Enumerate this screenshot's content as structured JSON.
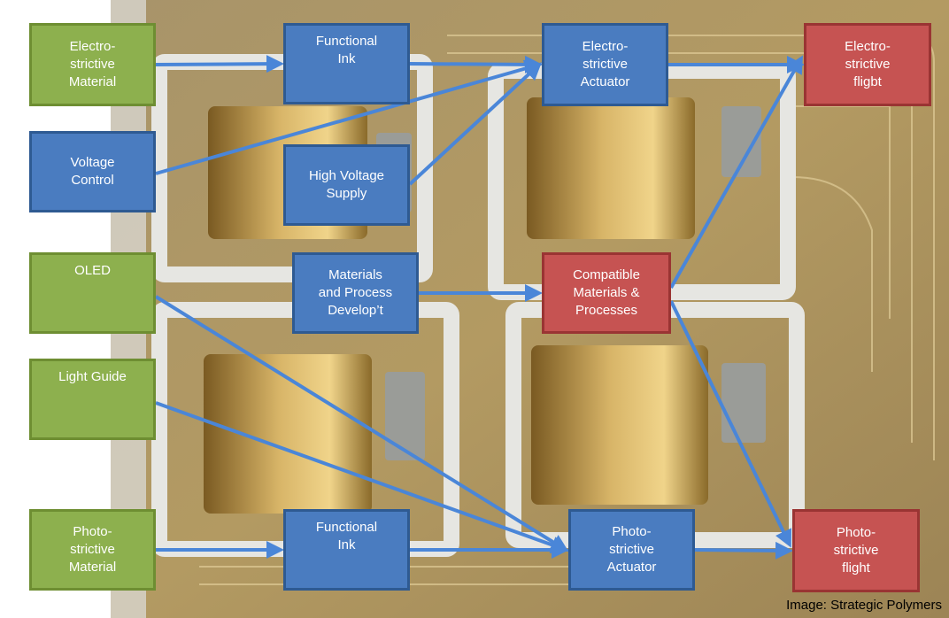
{
  "colors": {
    "source": "#8db04e",
    "process": "#4a7cc0",
    "outcome": "#c65352",
    "arrow": "#4a86d8"
  },
  "nodes": {
    "electrostrictive_material": "Electro-\nstrictive\nMaterial",
    "voltage_control": "Voltage\nControl",
    "oled": "OLED",
    "light_guide": "Light Guide",
    "photostrictive_material": "Photo-\nstrictive\nMaterial",
    "functional_ink_top": "Functional\nInk",
    "high_voltage_supply": "High Voltage\nSupply",
    "materials_process": "Materials\nand Process\nDevelop’t",
    "functional_ink_bottom": "Functional\nInk",
    "electrostrictive_actuator": "Electro-\nstrictive\nActuator",
    "compatible_materials": "Compatible\nMaterials &\nProcesses",
    "photostrictive_actuator": "Photo-\nstrictive\nActuator",
    "electrostrictive_flight": "Electro-\nstrictive\nfligbt",
    "photostrictive_flight": "Photo-\nstrictive\nflight"
  },
  "edges": [
    [
      "electrostrictive_material",
      "functional_ink_top"
    ],
    [
      "functional_ink_top",
      "electrostrictive_actuator"
    ],
    [
      "voltage_control",
      "electrostrictive_actuator"
    ],
    [
      "high_voltage_supply",
      "electrostrictive_actuator"
    ],
    [
      "electrostrictive_actuator",
      "electrostrictive_flight"
    ],
    [
      "materials_process",
      "compatible_materials"
    ],
    [
      "compatible_materials",
      "electrostrictive_flight"
    ],
    [
      "compatible_materials",
      "photostrictive_flight"
    ],
    [
      "oled",
      "photostrictive_actuator"
    ],
    [
      "light_guide",
      "photostrictive_actuator"
    ],
    [
      "photostrictive_material",
      "functional_ink_bottom"
    ],
    [
      "functional_ink_bottom",
      "photostrictive_actuator"
    ],
    [
      "photostrictive_actuator",
      "photostrictive_flight"
    ]
  ],
  "credit": "Image: Strategic Polymers"
}
